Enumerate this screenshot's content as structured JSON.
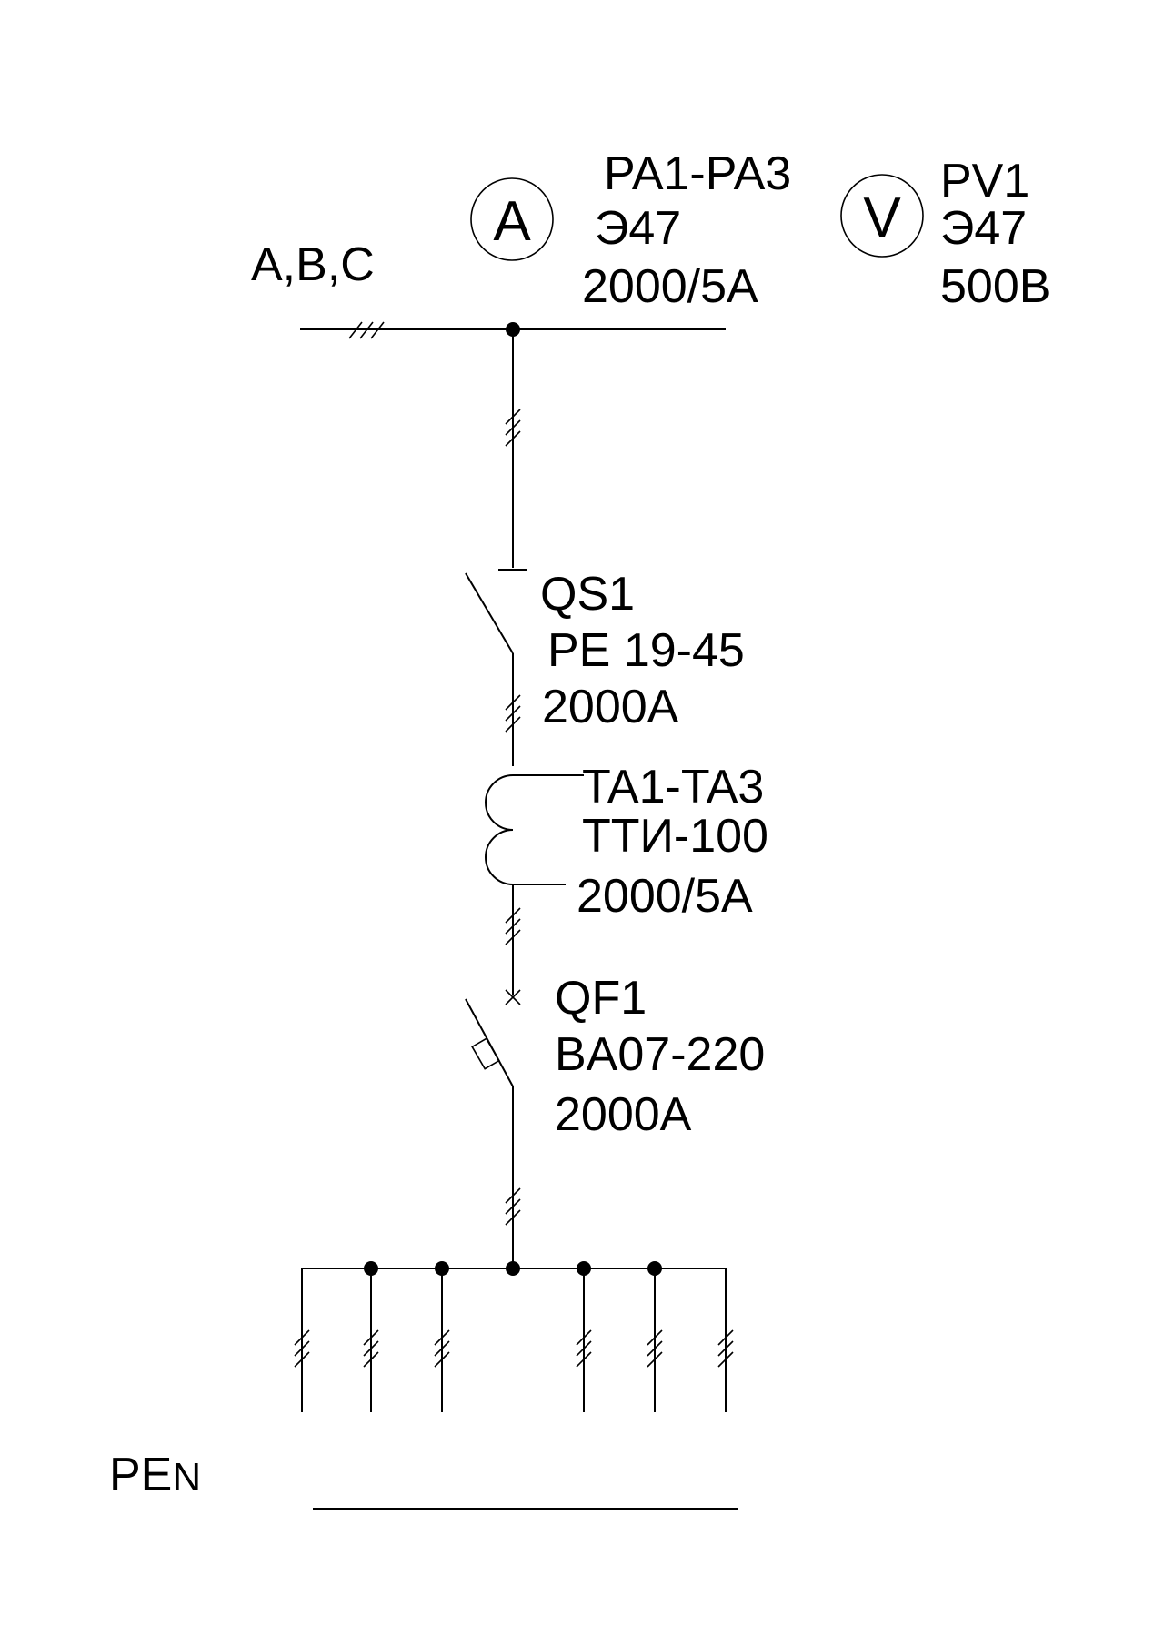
{
  "bus_label": "A,B,C",
  "ammeter": {
    "symbol": "A",
    "designation": "PA1-PA3",
    "type": "Э47",
    "rating": "2000/5A"
  },
  "voltmeter": {
    "symbol": "V",
    "designation": "PV1",
    "type": "Э47",
    "rating": "500B"
  },
  "switch": {
    "designation": "QS1",
    "type": "PE 19-45",
    "rating": "2000A"
  },
  "current_transformer": {
    "designation": "TA1-TA3",
    "type": "ТТИ-100",
    "rating": "2000/5A"
  },
  "breaker": {
    "designation": "QF1",
    "type": "BA07-220",
    "rating": "2000A"
  },
  "pen_label": {
    "part1": "PE",
    "part2": "N"
  }
}
